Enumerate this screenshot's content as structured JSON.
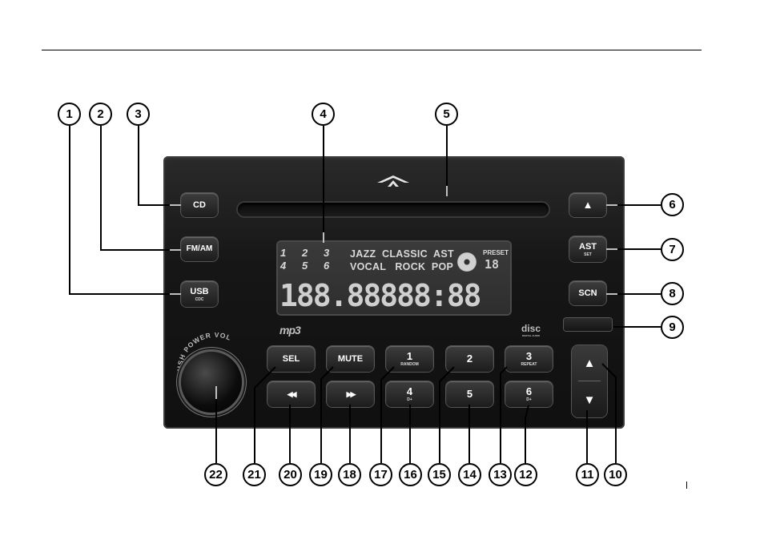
{
  "display": {
    "disc_labels": [
      "1",
      "2",
      "3",
      "4",
      "5",
      "6"
    ],
    "modes_row1": "JAZZ  CLASSIC  AST",
    "modes_row2": "VOCAL   ROCK  POP",
    "preset_label": "PRESET",
    "preset_digits": "18",
    "segment_readout": "188.88888:88"
  },
  "buttons": {
    "cd": "CD",
    "fm_am": "FM/AM",
    "usb": "USB",
    "usb_sub": "CDC",
    "eject": "▲",
    "ast": "AST",
    "ast_sub": "SET",
    "scn": "SCN",
    "sel": "SEL",
    "mute": "MUTE",
    "rewind": "◀◀",
    "forward": "▶▶",
    "preset1": "1",
    "preset1_sub": "RANDOM",
    "preset2": "2",
    "preset3": "3",
    "preset3_sub": "REPEAT",
    "preset4": "4",
    "preset4_sub": "D+",
    "preset5": "5",
    "preset6": "6",
    "preset6_sub": "D+",
    "up": "▲",
    "down": "▼"
  },
  "labels": {
    "mp3_logo": "mp3",
    "cd_logo": "disc",
    "cd_logo_sub": "DIGITAL AUDIO",
    "knob_text": "PUSH POWER VOL"
  },
  "callouts": [
    "1",
    "2",
    "3",
    "4",
    "5",
    "6",
    "7",
    "8",
    "9",
    "10",
    "11",
    "12",
    "13",
    "14",
    "15",
    "16",
    "17",
    "18",
    "19",
    "20",
    "21",
    "22"
  ]
}
